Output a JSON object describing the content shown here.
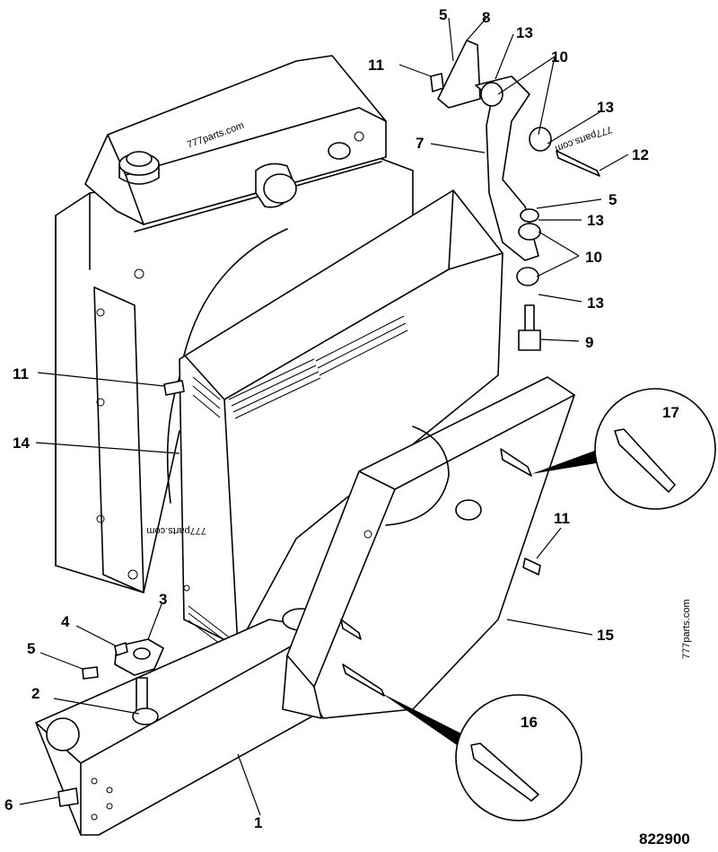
{
  "diagram": {
    "reference_number": "822900",
    "watermarks": [
      "777parts.com",
      "777parts.com",
      "777parts.com",
      "777parts.com"
    ],
    "callouts": [
      "1",
      "2",
      "3",
      "4",
      "5",
      "5",
      "5",
      "6",
      "7",
      "8",
      "9",
      "10",
      "10",
      "11",
      "11",
      "11",
      "12",
      "13",
      "13",
      "13",
      "13",
      "14",
      "15",
      "16",
      "17"
    ]
  }
}
